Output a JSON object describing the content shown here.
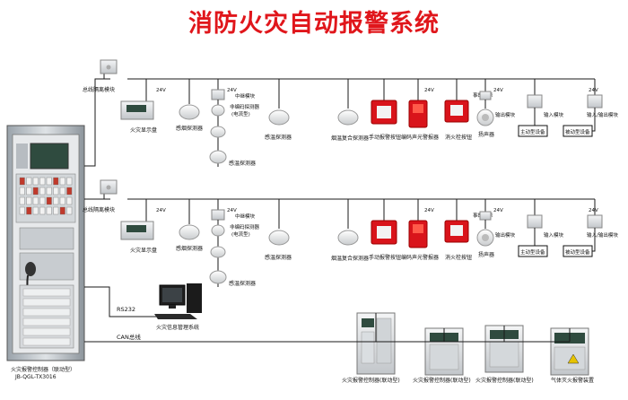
{
  "title": "消防火灾自动报警系统",
  "bus_isolator": "总线隔离模块",
  "voltage": "24V",
  "rows": [
    {
      "fire_display": "火灾显示盘",
      "smoke_detector": "感烟探测器",
      "relay_module": "中继模块",
      "nonaddr_detector_lines": [
        "非编码探测器",
        "(电流型)"
      ],
      "heat_detector": "感温探测器",
      "heat_detector_2": "感温探测器",
      "smoke_heat_detector": "烟温复合探测器",
      "manual_alarm": "手动报警按钮",
      "coded_sound_light": "编码声光警报器",
      "hydrant_button": "消火栓按钮",
      "accident_broadcast": "事故音源",
      "speaker": "扬声器",
      "output_module": "输出模块",
      "input_module": "输入模块",
      "io_module": "输入/输出模块",
      "active_device": "主动型设备",
      "passive_device": "被动型设备"
    },
    {
      "fire_display": "火灾显示盘",
      "smoke_detector": "感烟探测器",
      "relay_module": "中继模块",
      "nonaddr_detector_lines": [
        "非编码探测器",
        "(电流型)"
      ],
      "heat_detector": "感温探测器",
      "heat_detector_2": "感温探测器",
      "smoke_heat_detector": "烟温复合探测器",
      "manual_alarm": "手动报警按钮",
      "coded_sound_light": "编码声光警报器",
      "hydrant_button": "消火栓按钮",
      "accident_broadcast": "事故音源",
      "speaker": "扬声器",
      "output_module": "输出模块",
      "input_module": "输入模块",
      "io_module": "输入/输出模块",
      "active_device": "主动型设备",
      "passive_device": "被动型设备"
    }
  ],
  "rs232": "RS232",
  "can_bus": "CAN总线",
  "pc_label": "火灾信息管理系统",
  "main_panel_lines": [
    "火灾报警控制器（联动型）",
    "JB-QGL-TX3016"
  ],
  "bottom_panels": [
    "火灾报警控制器(联动型)",
    "火灾报警控制器(联动型)",
    "火灾报警控制器(联动型)",
    "气体灭火报警装置"
  ],
  "colors": {
    "title": "#e0161b",
    "line": "#1a1a1a",
    "alarm_red": "#d9141b"
  }
}
